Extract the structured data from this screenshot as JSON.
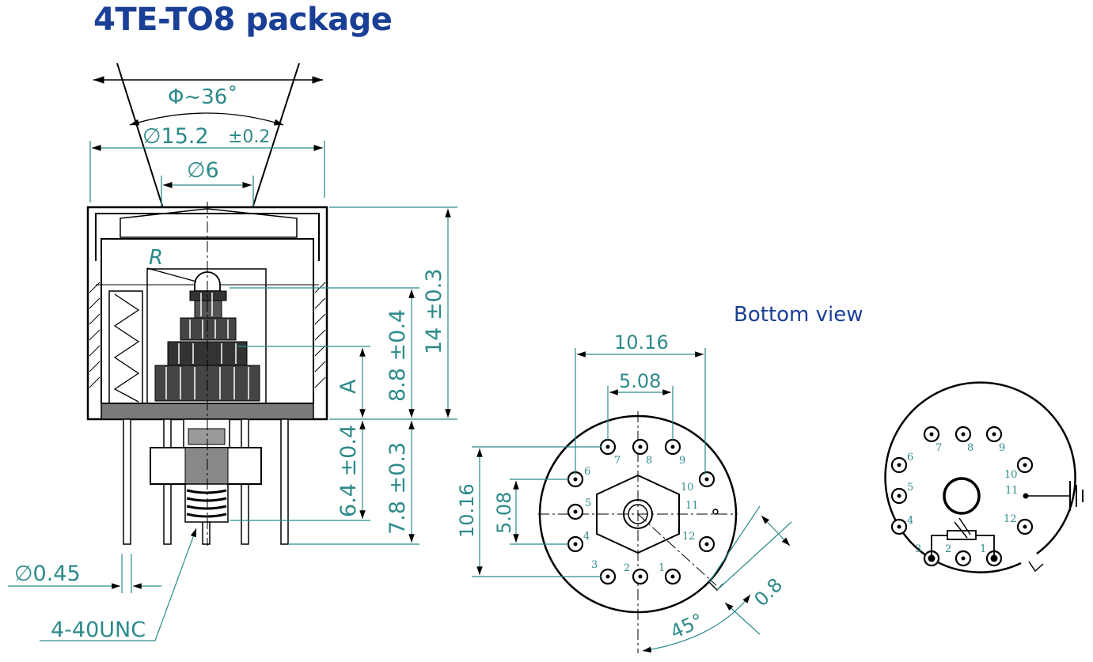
{
  "title": "4TE-TO8 package",
  "bottom_view_label": "Bottom view",
  "side_view": {
    "angle": "Φ~36˚",
    "outer_diameter": "∅15.2",
    "outer_diameter_tol": "±0.2",
    "window_diameter": "∅6",
    "radius_label": "R",
    "height_total": "14 ±0.3",
    "height_chip": "8.8 ±0.4",
    "label_a": "A",
    "pin_length": "6.4 ±0.4",
    "stud_length": "7.8 ±0.3",
    "pin_diameter": "∅0.45",
    "thread": "4-40UNC"
  },
  "bottom_view": {
    "pitch_outer": "10.16",
    "pitch_inner": "5.08",
    "vertical_outer": "10.16",
    "vertical_inner": "5.08",
    "tab_width": "0.8",
    "tab_angle": "45°",
    "pins": [
      "1",
      "2",
      "3",
      "4",
      "5",
      "6",
      "7",
      "8",
      "9",
      "10",
      "11",
      "12"
    ]
  },
  "schematic_view": {
    "pins": [
      "1",
      "2",
      "3",
      "4",
      "5",
      "6",
      "7",
      "8",
      "9",
      "10",
      "11",
      "12"
    ]
  },
  "colors": {
    "title": "#1a3f96",
    "dimension": "#2e8a8a",
    "drawing": "#000000",
    "base": "#7a7a7a"
  }
}
